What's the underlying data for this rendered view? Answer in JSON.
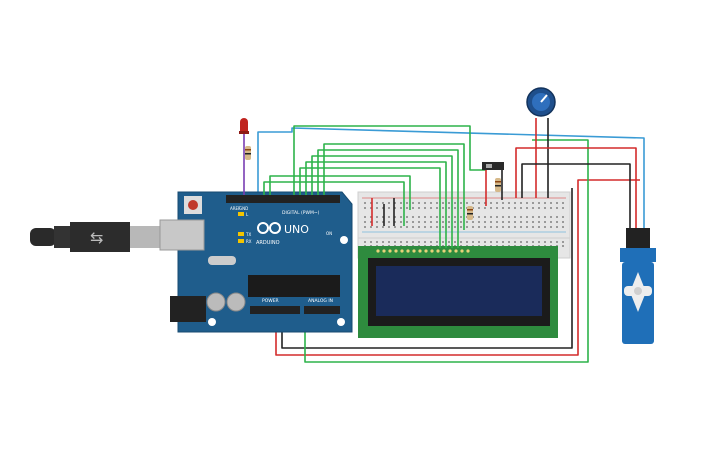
{
  "arduino": {
    "logo": "ARDUINO",
    "model": "UNO",
    "digital_label": "DIGITAL (PWM~)",
    "power_label": "POWER",
    "analog_label": "ANALOG IN",
    "pin_labels": {
      "aref": "AREF",
      "gnd": "GND",
      "tx": "TX",
      "rx": "RX",
      "l": "L",
      "on": "ON"
    }
  },
  "colors": {
    "board": "#1f5d8c",
    "wire_green": "#2db34a",
    "wire_blue": "#3a9bd5",
    "wire_red": "#d42b2b",
    "wire_black": "#222222",
    "lcd_pcb": "#2e8b3e",
    "lcd_screen": "#1a2b5a",
    "servo": "#1f6fb8"
  },
  "components": {
    "led": "red-led",
    "potentiometer": "potentiometer",
    "slide_switch": "slide-switch",
    "resistors": 3,
    "lcd": "16x2-lcd",
    "servo": "micro-servo",
    "usb": "usb-cable"
  }
}
